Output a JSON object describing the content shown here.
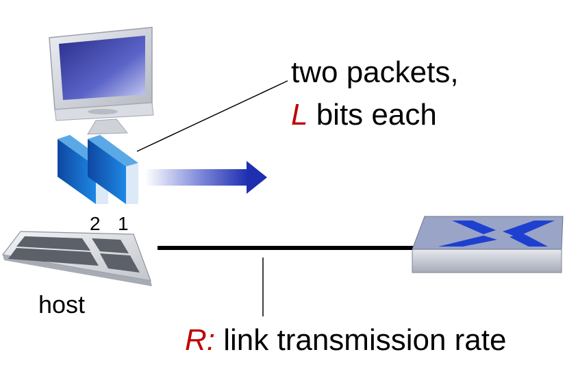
{
  "packets_label": {
    "line1": "two packets,",
    "line2_var": "L",
    "line2_rest": " bits each"
  },
  "packet_numbers": [
    "2",
    "1"
  ],
  "host_label": "host",
  "link_label": {
    "var": "R:",
    "rest": " link transmission rate"
  },
  "colors": {
    "accent_red": "#c00000",
    "packet_blue": "#1565c0",
    "arrow_blue": "#1f2fb0",
    "router_top": "#9aa4c6",
    "router_x": "#1e40d0"
  },
  "icons": [
    "computer-monitor-icon",
    "keyboard-icon",
    "router-icon",
    "arrow-right-icon"
  ]
}
